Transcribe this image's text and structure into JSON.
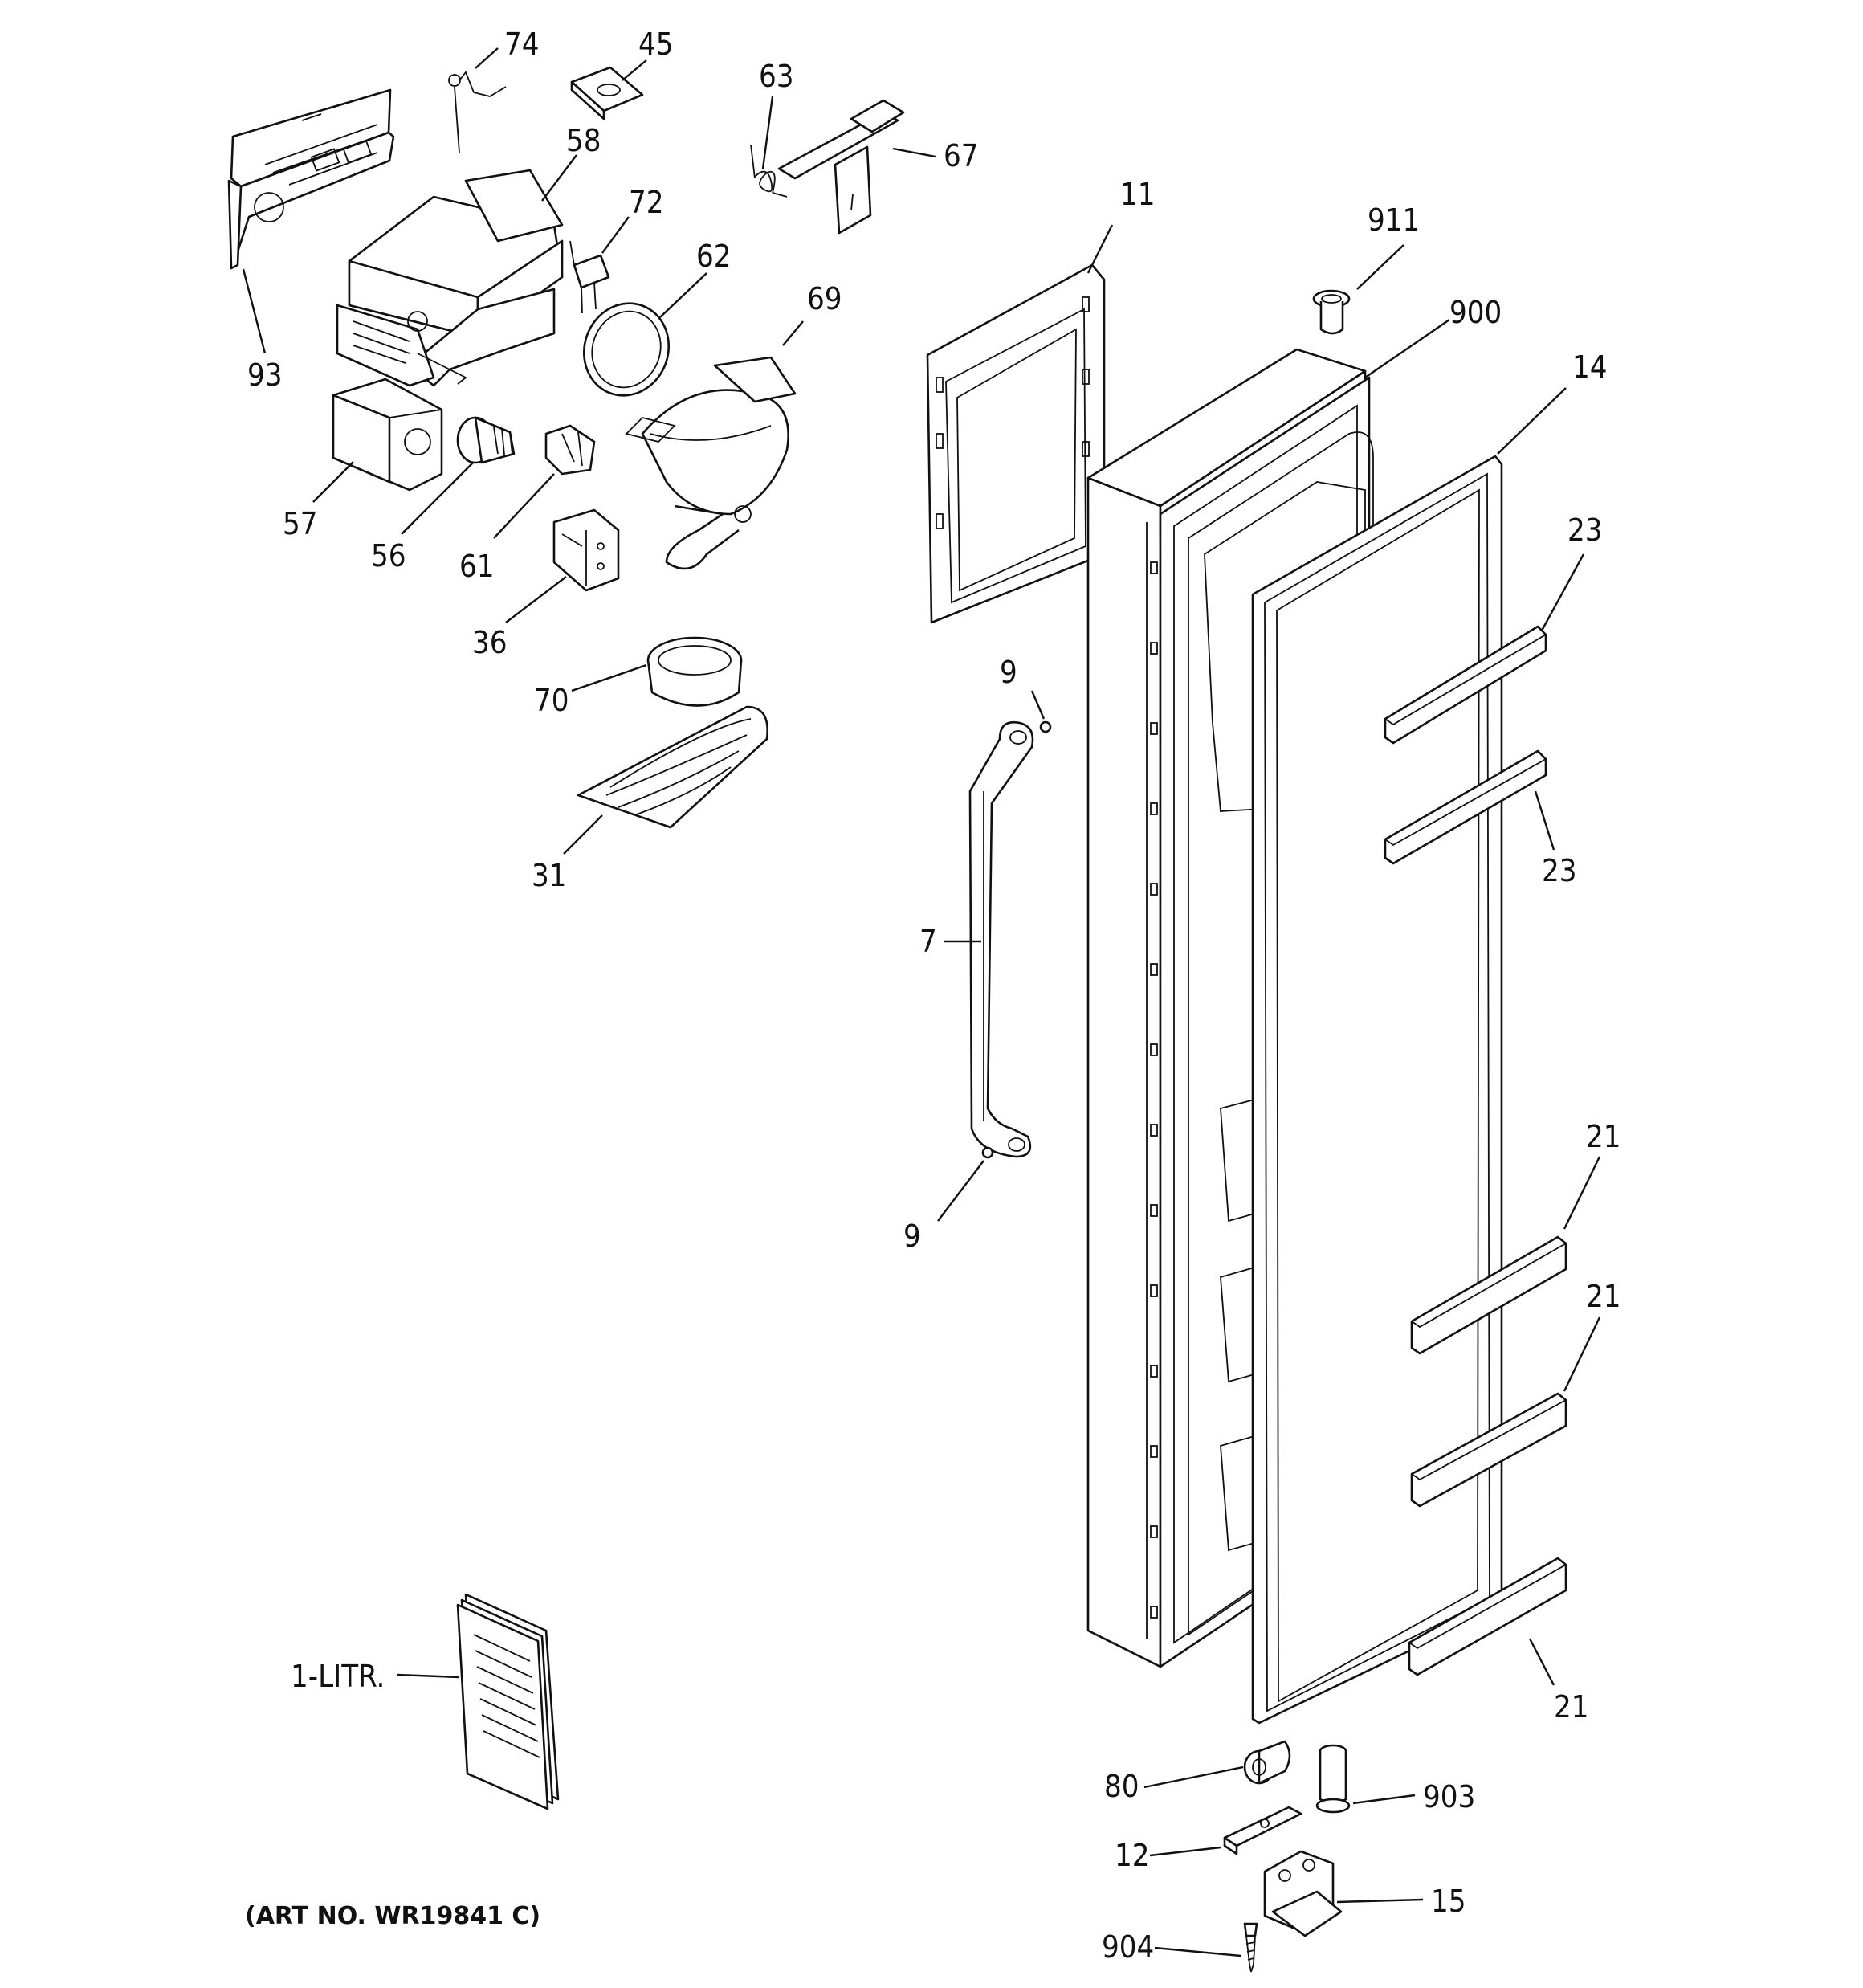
{
  "labels": {
    "p74": "74",
    "p45": "45",
    "p63": "63",
    "p67": "67",
    "p58": "58",
    "p72": "72",
    "p62": "62",
    "p69": "69",
    "p93": "93",
    "p57": "57",
    "p56": "56",
    "p61": "61",
    "p36": "36",
    "p70": "70",
    "p31": "31",
    "p11": "11",
    "p911": "911",
    "p900": "900",
    "p14": "14",
    "p23a": "23",
    "p23b": "23",
    "p9a": "9",
    "p9b": "9",
    "p7": "7",
    "p21a": "21",
    "p21b": "21",
    "p21c": "21",
    "p1litr": "1-LITR.",
    "p80": "80",
    "p903": "903",
    "p12": "12",
    "p15": "15",
    "p904": "904"
  },
  "art_number": "(ART NO. WR19841 C)"
}
